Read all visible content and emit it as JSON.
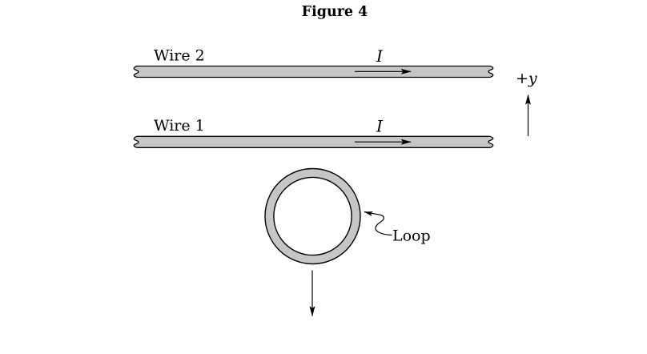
{
  "figure": {
    "title": "Figure 4",
    "wires": [
      {
        "label": "Wire 2",
        "current_label": "I"
      },
      {
        "label": "Wire 1",
        "current_label": "I"
      }
    ],
    "axis": {
      "prefix": "+",
      "letter": "y"
    },
    "loop": {
      "label": "Loop"
    },
    "colors": {
      "wire_fill": "#c6c6c6",
      "loop_fill": "#c6c6c6",
      "line": "#000000",
      "background": "#ffffff"
    }
  }
}
